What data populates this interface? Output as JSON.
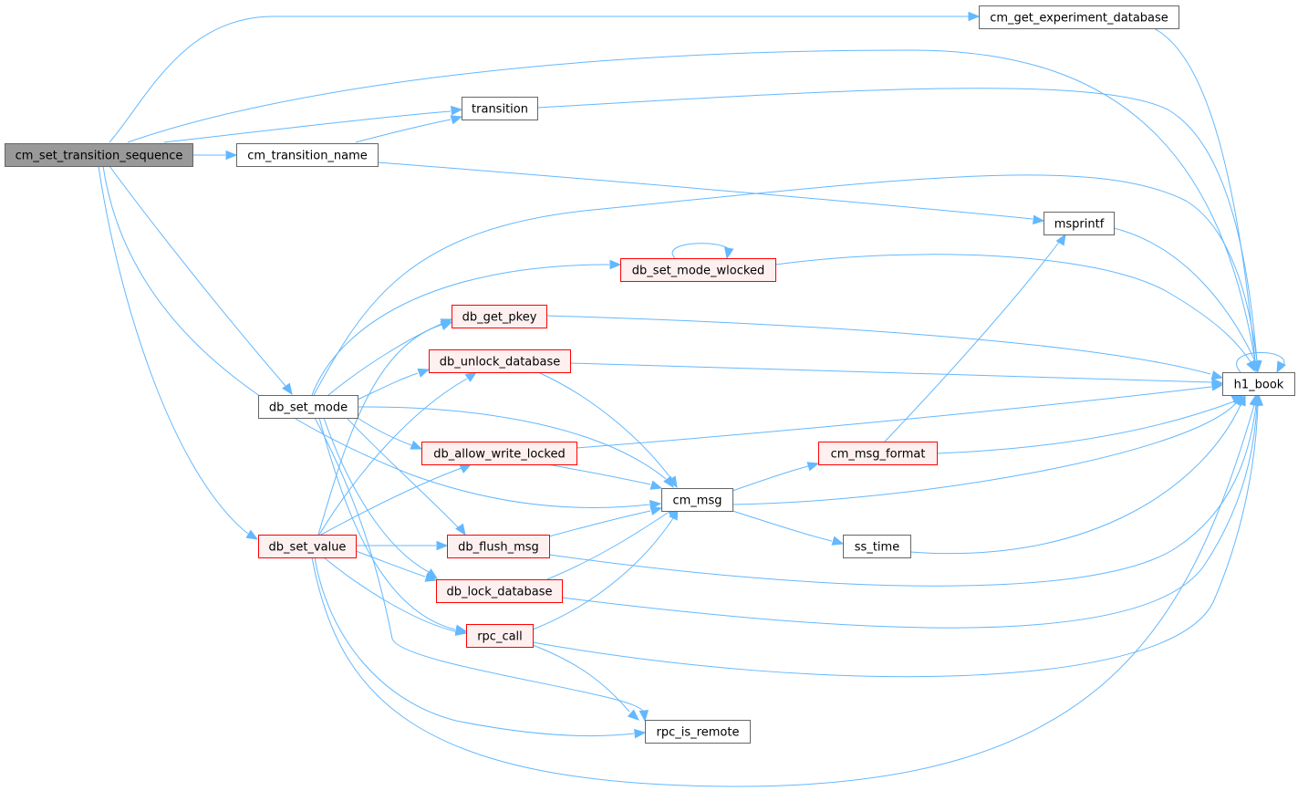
{
  "colors": {
    "edge": "#63b8ff",
    "root_fill": "#999999",
    "root_border": "#666666",
    "normal_fill": "#ffffff",
    "normal_border": "#666666",
    "incomplete_fill": "#fff0f0",
    "incomplete_border": "#ff0000"
  },
  "nodes": [
    {
      "id": "cm_set_transition_sequence",
      "label": "cm_set_transition_sequence",
      "style": "root"
    },
    {
      "id": "cm_get_experiment_database",
      "label": "cm_get_experiment_database",
      "style": "normal"
    },
    {
      "id": "h1_book",
      "label": "h1_book",
      "style": "normal"
    },
    {
      "id": "transition",
      "label": "transition",
      "style": "normal"
    },
    {
      "id": "cm_transition_name",
      "label": "cm_transition_name",
      "style": "normal"
    },
    {
      "id": "msprintf",
      "label": "msprintf",
      "style": "normal"
    },
    {
      "id": "db_set_mode_wlocked",
      "label": "db_set_mode_wlocked",
      "style": "incomplete"
    },
    {
      "id": "db_get_pkey",
      "label": "db_get_pkey",
      "style": "incomplete"
    },
    {
      "id": "db_unlock_database",
      "label": "db_unlock_database",
      "style": "incomplete"
    },
    {
      "id": "db_set_mode",
      "label": "db_set_mode",
      "style": "normal"
    },
    {
      "id": "db_allow_write_locked",
      "label": "db_allow_write_locked",
      "style": "incomplete"
    },
    {
      "id": "cm_msg_format",
      "label": "cm_msg_format",
      "style": "incomplete"
    },
    {
      "id": "cm_msg",
      "label": "cm_msg",
      "style": "normal"
    },
    {
      "id": "db_set_value",
      "label": "db_set_value",
      "style": "incomplete"
    },
    {
      "id": "db_flush_msg",
      "label": "db_flush_msg",
      "style": "incomplete"
    },
    {
      "id": "ss_time",
      "label": "ss_time",
      "style": "normal"
    },
    {
      "id": "db_lock_database",
      "label": "db_lock_database",
      "style": "incomplete"
    },
    {
      "id": "rpc_call",
      "label": "rpc_call",
      "style": "incomplete"
    },
    {
      "id": "rpc_is_remote",
      "label": "rpc_is_remote",
      "style": "normal"
    }
  ],
  "edges": [
    [
      "cm_set_transition_sequence",
      "cm_get_experiment_database"
    ],
    [
      "cm_set_transition_sequence",
      "h1_book"
    ],
    [
      "cm_set_transition_sequence",
      "transition"
    ],
    [
      "cm_set_transition_sequence",
      "cm_transition_name"
    ],
    [
      "cm_set_transition_sequence",
      "db_set_mode"
    ],
    [
      "cm_set_transition_sequence",
      "cm_msg"
    ],
    [
      "cm_set_transition_sequence",
      "db_set_value"
    ],
    [
      "cm_get_experiment_database",
      "h1_book"
    ],
    [
      "transition",
      "h1_book"
    ],
    [
      "cm_transition_name",
      "transition"
    ],
    [
      "cm_transition_name",
      "msprintf"
    ],
    [
      "msprintf",
      "h1_book"
    ],
    [
      "db_set_mode_wlocked",
      "db_set_mode_wlocked"
    ],
    [
      "db_set_mode_wlocked",
      "h1_book"
    ],
    [
      "db_get_pkey",
      "h1_book"
    ],
    [
      "db_unlock_database",
      "h1_book"
    ],
    [
      "db_unlock_database",
      "cm_msg"
    ],
    [
      "db_set_mode",
      "h1_book"
    ],
    [
      "db_set_mode",
      "db_set_mode_wlocked"
    ],
    [
      "db_set_mode",
      "db_get_pkey"
    ],
    [
      "db_set_mode",
      "db_unlock_database"
    ],
    [
      "db_set_mode",
      "db_allow_write_locked"
    ],
    [
      "db_set_mode",
      "cm_msg"
    ],
    [
      "db_set_mode",
      "db_flush_msg"
    ],
    [
      "db_set_mode",
      "db_lock_database"
    ],
    [
      "db_set_mode",
      "rpc_call"
    ],
    [
      "db_set_mode",
      "rpc_is_remote"
    ],
    [
      "db_allow_write_locked",
      "h1_book"
    ],
    [
      "db_allow_write_locked",
      "cm_msg"
    ],
    [
      "cm_msg_format",
      "msprintf"
    ],
    [
      "cm_msg_format",
      "h1_book"
    ],
    [
      "cm_msg",
      "cm_msg_format"
    ],
    [
      "cm_msg",
      "h1_book"
    ],
    [
      "cm_msg",
      "ss_time"
    ],
    [
      "ss_time",
      "h1_book"
    ],
    [
      "db_set_value",
      "db_get_pkey"
    ],
    [
      "db_set_value",
      "db_unlock_database"
    ],
    [
      "db_set_value",
      "db_allow_write_locked"
    ],
    [
      "db_set_value",
      "db_flush_msg"
    ],
    [
      "db_set_value",
      "db_lock_database"
    ],
    [
      "db_set_value",
      "rpc_call"
    ],
    [
      "db_set_value",
      "rpc_is_remote"
    ],
    [
      "db_set_value",
      "h1_book"
    ],
    [
      "db_flush_msg",
      "cm_msg"
    ],
    [
      "db_flush_msg",
      "h1_book"
    ],
    [
      "db_lock_database",
      "cm_msg"
    ],
    [
      "db_lock_database",
      "h1_book"
    ],
    [
      "rpc_call",
      "cm_msg"
    ],
    [
      "rpc_call",
      "h1_book"
    ],
    [
      "rpc_call",
      "rpc_is_remote"
    ],
    [
      "h1_book",
      "h1_book"
    ]
  ]
}
